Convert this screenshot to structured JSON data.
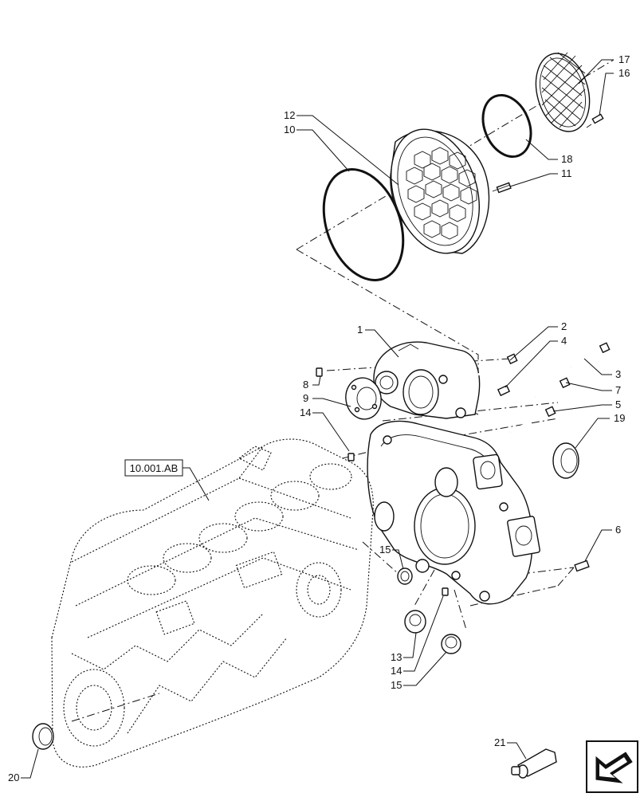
{
  "diagram": {
    "reference_label": "10.001.AB",
    "callouts": [
      "17",
      "16",
      "12",
      "10",
      "18",
      "11",
      "1",
      "2",
      "4",
      "3",
      "8",
      "7",
      "9",
      "5",
      "14",
      "19",
      "6",
      "15",
      "13",
      "14",
      "15",
      "21",
      "20"
    ]
  }
}
